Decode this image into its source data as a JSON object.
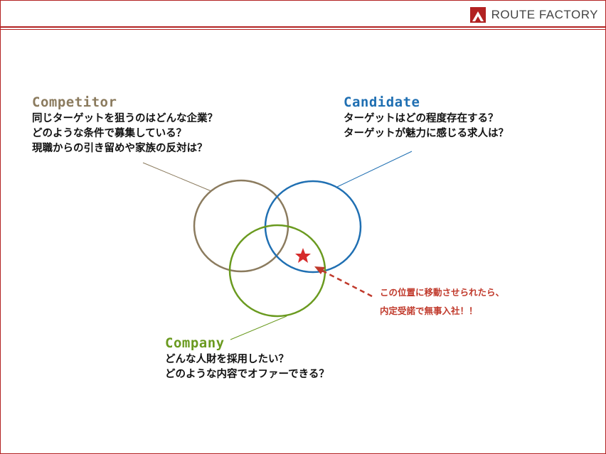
{
  "brand": {
    "name_bold": "ROUTE",
    "name_light": "FACTORY",
    "color": "#b22222"
  },
  "competitor": {
    "title": "Competitor",
    "lines": [
      "同じターゲットを狙うのはどんな企業？",
      "どのような条件で募集している？",
      "現職からの引き留めや家族の反対は？"
    ],
    "color": "#8b7b5e"
  },
  "candidate": {
    "title": "Candidate",
    "lines": [
      "ターゲットはどの程度存在する？",
      "ターゲットが魅力に感じる求人は？"
    ],
    "color": "#1f6fb2"
  },
  "company": {
    "title": "Company",
    "lines": [
      "どんな人財を採用したい？",
      "どのような内容でオファーできる？"
    ],
    "color": "#6a9a1f"
  },
  "callout": {
    "lines": [
      "この位置に移動させられたら、",
      "内定受諾で無事入社！！"
    ],
    "color": "#c0392b",
    "marker": "star-icon"
  }
}
